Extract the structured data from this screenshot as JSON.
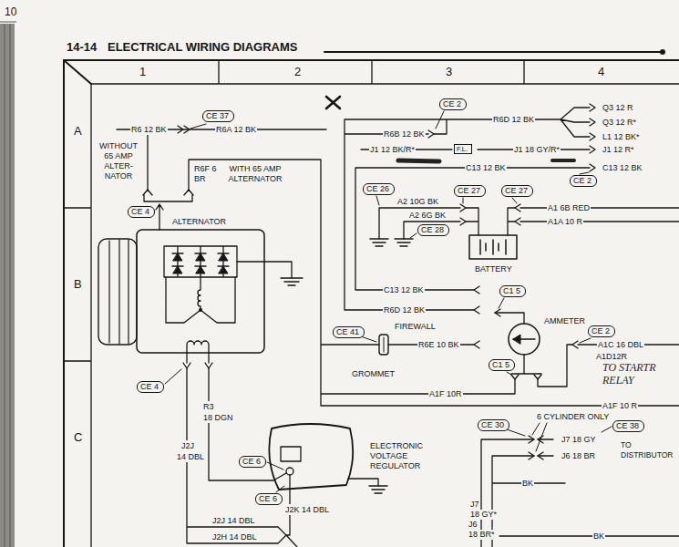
{
  "diagram": {
    "title": "ELECTRICAL WIRING DIAGRAMS",
    "nodes": [
      {
        "text": [
          "CE 37"
        ]
      },
      {
        "text": [
          "CE 2"
        ]
      },
      {
        "text": [
          "F.L."
        ]
      },
      {
        "text": [
          "CE 2"
        ]
      },
      {
        "text": [
          "CE 4"
        ]
      },
      {
        "text": [
          "CE 26"
        ]
      },
      {
        "text": [
          "CE 27"
        ]
      },
      {
        "text": [
          "CE 27"
        ]
      },
      {
        "text": [
          "CE 28"
        ]
      },
      {
        "text": [
          "C1 5"
        ]
      },
      {
        "text": [
          "CE 41"
        ]
      },
      {
        "text": [
          "CE 2"
        ]
      },
      {
        "text": [
          "C1 5"
        ]
      },
      {
        "text": [
          "CE 4"
        ]
      },
      {
        "text": [
          "CE 30"
        ]
      },
      {
        "text": [
          "CE 38"
        ]
      },
      {
        "text": [
          "CE 6"
        ]
      },
      {
        "text": [
          "CE 6"
        ]
      }
    ],
    "labels": [
      "10",
      "14-14",
      "1",
      "2",
      "3",
      "4",
      "A",
      "B",
      "C",
      "R6 12 BK",
      "R6A 12 BK",
      "WITHOUT 65 AMP ALTER- NATOR",
      "R6F 6 BR",
      "WITH 65 AMP ALTERNATOR",
      "ALTERNATOR",
      "R6B 12 BK",
      "J1 12 BK/R*",
      "R6D 12 BK",
      "J1 18 GY/R*",
      "C13 12 BK",
      "Q3 12 R",
      "Q3 12 R*",
      "L1 12 BK*",
      "J1 12 R*",
      "C13 12 BK",
      "A2 10G BK",
      "A2 6G BK",
      "BATTERY",
      "A1 6B RED",
      "A1A 10 R",
      "C13 12 BK",
      "R6D 12 BK",
      "FIREWALL",
      "R6E 10 BK",
      "GROMMET",
      "AMMETER",
      "A1C 16 DBL",
      "A1D12R",
      "TO STARTR RELAY",
      "A1F 10R",
      "A1F 10 R",
      "R3",
      "18 DGN",
      "J2J",
      "14 DBL",
      "ELECTRONIC VOLTAGE REGULATOR",
      "J2K 14 DBL",
      "J2J 14 DBL",
      "J2H 14 DBL",
      "6 CYLINDER ONLY",
      "J7 18 GY",
      "J6 18 BR",
      "TO DISTRIBUTOR",
      "BK",
      "J7",
      "18 GY*",
      "J6",
      "18 BR*",
      "BK"
    ]
  }
}
